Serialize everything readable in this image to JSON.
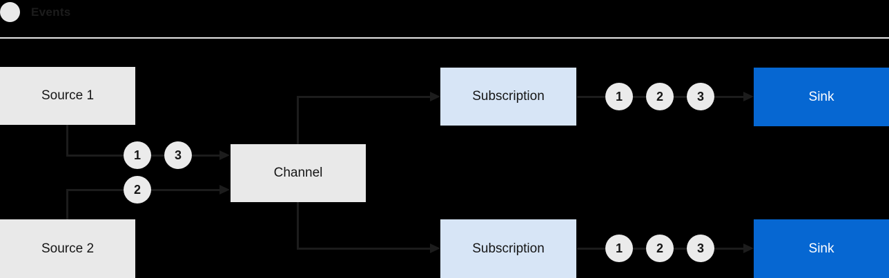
{
  "legend": {
    "label": "Events"
  },
  "nodes": {
    "source1": {
      "label": "Source 1"
    },
    "source2": {
      "label": "Source 2"
    },
    "channel": {
      "label": "Channel"
    },
    "subscription_top": {
      "label": "Subscription"
    },
    "subscription_bottom": {
      "label": "Subscription"
    },
    "sink_top": {
      "label": "Sink"
    },
    "sink_bottom": {
      "label": "Sink"
    }
  },
  "events": {
    "source1_to_channel": [
      "1",
      "3"
    ],
    "source2_to_channel": [
      "2"
    ],
    "subscription_top_to_sink": [
      "1",
      "2",
      "3"
    ],
    "subscription_bottom_to_sink": [
      "1",
      "2",
      "3"
    ]
  },
  "colors": {
    "background": "#000000",
    "connector": "#1c1c1c",
    "node_gray": "#e9e9e9",
    "node_light_blue": "#d7e5f6",
    "node_blue": "#0667d2",
    "node_text": "#151515",
    "sink_text": "#ffffff",
    "event_circle": "#ebebeb",
    "divider": "#e8e8e8",
    "legend_circle": "#e9e9e9",
    "legend_text": "#1c1c1c"
  }
}
